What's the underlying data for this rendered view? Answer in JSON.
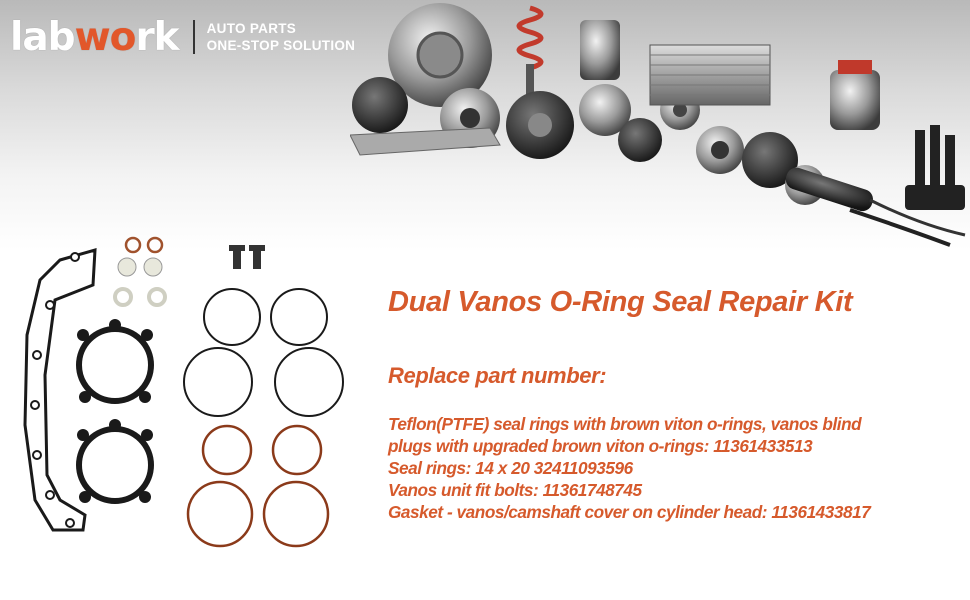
{
  "brand": {
    "logo_text_pre": "lab",
    "logo_text_accent": "wo",
    "logo_text_post": "rk",
    "tagline_line1": "AUTO PARTS",
    "tagline_line2": "ONE-STOP SOLUTION",
    "accent_color": "#e2572a"
  },
  "product": {
    "title": "Dual Vanos O-Ring Seal Repair Kit",
    "replace_heading": "Replace part number:",
    "lines": [
      "Teflon(PTFE) seal rings with brown viton o-rings, vanos blind",
      "plugs with upgraded brown viton o-rings: 11361433513",
      "Seal rings: 14 x 20 32411093596",
      "Vanos unit fit bolts: 11361748745",
      "Gasket - vanos/camshaft cover on cylinder head: 11361433817"
    ],
    "text_color": "#d65a2c"
  },
  "images": {
    "parts_photo_icon": "auto-parts-collage",
    "kit_icon": "o-ring-seal-kit"
  }
}
